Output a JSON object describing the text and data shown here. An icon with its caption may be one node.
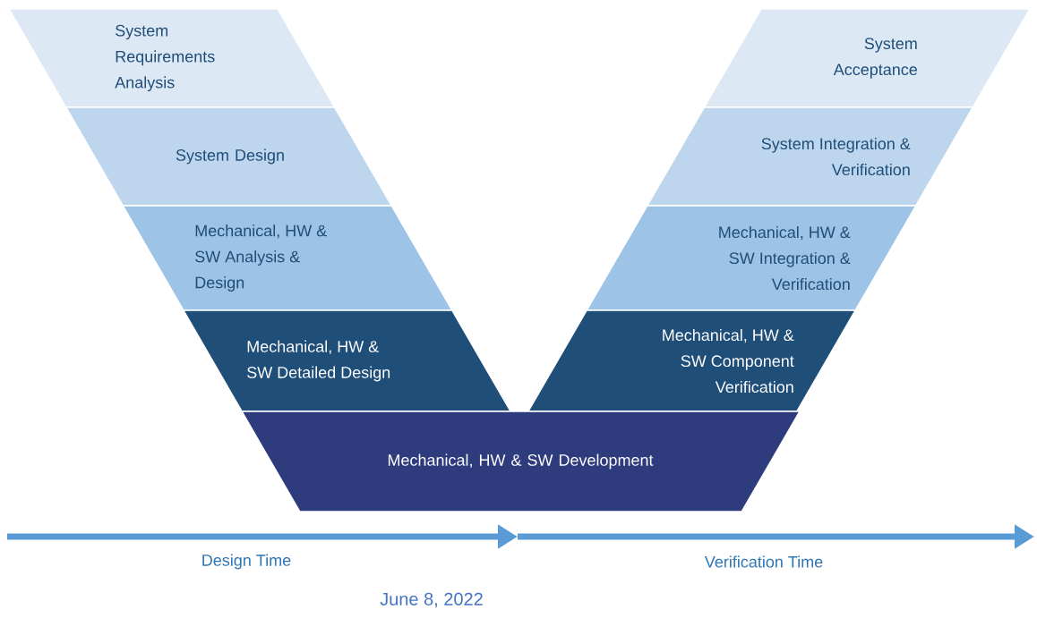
{
  "diagram": {
    "nodes": [
      {
        "text": [
          "System Requirements Analysis"
        ]
      },
      {
        "text": [
          "System Design"
        ]
      },
      {
        "text": [
          "Mechanical, HW & SW Analysis & Design"
        ]
      },
      {
        "text": [
          "Mechanical, HW & SW Detailed Design"
        ]
      },
      {
        "text": [
          "System Acceptance"
        ]
      },
      {
        "text": [
          "System Integration & Verification"
        ]
      },
      {
        "text": [
          "Mechanical, HW & SW Integration & Verification"
        ]
      },
      {
        "text": [
          "Mechanical, HW & SW Component Verification"
        ]
      },
      {
        "text": [
          "Mechanical, HW & SW Development"
        ]
      }
    ],
    "labels": [
      "Design Time",
      "Verification Time",
      "June 8, 2022"
    ]
  }
}
